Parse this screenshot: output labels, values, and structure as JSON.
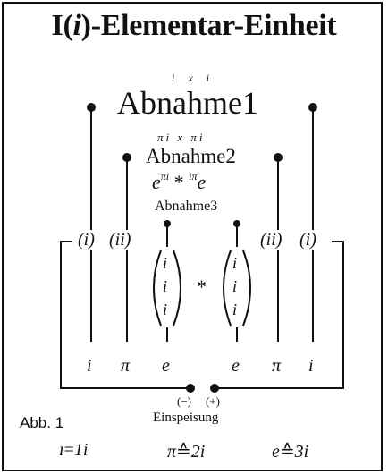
{
  "title": {
    "prefix": "I(",
    "var": "i",
    "suffix": ")-Elementar-Einheit"
  },
  "levels": [
    {
      "product": "i x i",
      "label": "Abnahme",
      "number": "1"
    },
    {
      "product": "πi x πi",
      "label": "Abnahme",
      "number": "2"
    },
    {
      "exponent_expr": "e^πi * ^iπe",
      "label": "Abnahme",
      "number": "3"
    }
  ],
  "exp_expression": {
    "base1": "e",
    "sup1": "πi",
    "op": "*",
    "sup2": "iπ",
    "base2": "e"
  },
  "columns": {
    "left_markers": [
      "(i)",
      "(ii)"
    ],
    "right_markers": [
      "(ii)",
      "(i)"
    ],
    "bottom_labels": [
      "i",
      "π",
      "e",
      "e",
      "π",
      "i"
    ]
  },
  "vectors": {
    "left": [
      "i",
      "i",
      "i"
    ],
    "operator": "*",
    "right": [
      "i",
      "i",
      "i"
    ]
  },
  "feed": {
    "minus": "(−)",
    "plus": "(+)",
    "label": "Einspeisung"
  },
  "figure_label": "Abb. 1",
  "legend": [
    {
      "symbol": "ı",
      "relation": "=",
      "value": "1i"
    },
    {
      "symbol": "π",
      "relation": "≙",
      "value": "2i"
    },
    {
      "symbol": "e",
      "relation": "≙",
      "value": "3i"
    }
  ]
}
